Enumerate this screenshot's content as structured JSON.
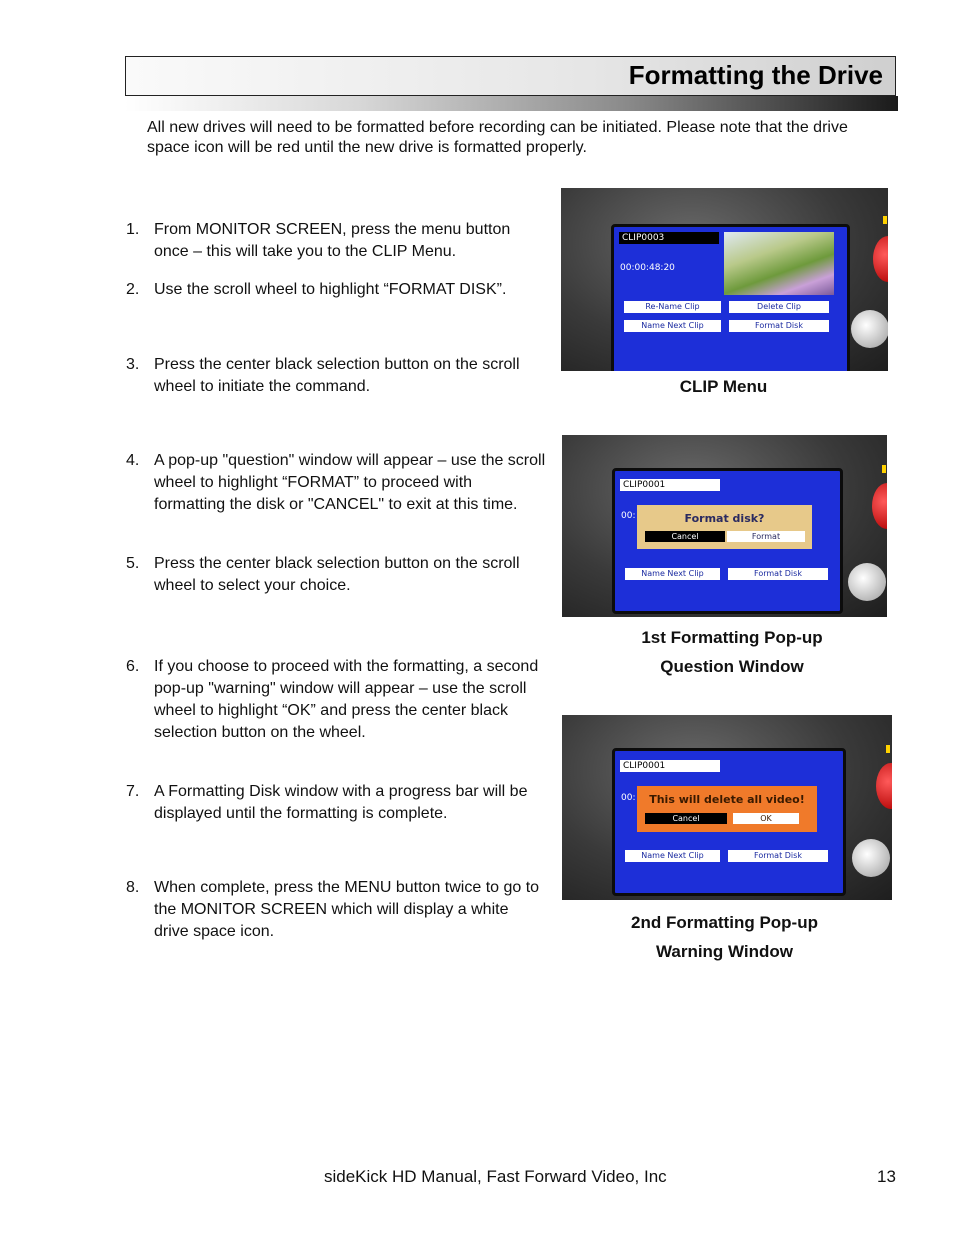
{
  "header": {
    "title": "Formatting the Drive"
  },
  "intro": "All new drives will need to be formatted before recording can be initiated.  Please note that the drive space icon will be red until the new drive is formatted properly.",
  "steps": [
    {
      "num": "1.",
      "text": "From MONITOR SCREEN, press the menu button once – this will take you to the CLIP Menu."
    },
    {
      "num": "2.",
      "text": "Use the scroll wheel to highlight “FORMAT DISK”."
    },
    {
      "num": "3.",
      "text": "Press the center black selection button on the scroll wheel to initiate the command."
    },
    {
      "num": "4.",
      "text": "A pop-up \"question\" window will appear – use the scroll wheel to highlight “FORMAT” to proceed with formatting the disk or \"CANCEL\" to exit at this time."
    },
    {
      "num": "5.",
      "text": "Press the center black selection button on the scroll wheel to select your choice."
    },
    {
      "num": "6.",
      "text": "If you choose to proceed with the formatting, a second pop-up \"warning\" window will appear – use the scroll wheel to highlight “OK” and press the center black selection button on the wheel."
    },
    {
      "num": "7.",
      "text": "A Formatting Disk window with a progress bar will be displayed until the formatting is complete."
    },
    {
      "num": "8.",
      "text": "When complete, press the MENU button twice to go to the MONITOR SCREEN which will display a white drive space icon."
    }
  ],
  "figures": {
    "clip_menu": {
      "clip_name": "CLIP0003",
      "timecode": "00:00:48:20",
      "buttons": [
        "Re-Name Clip",
        "Delete Clip",
        "Name Next Clip",
        "Format Disk"
      ],
      "caption": "CLIP Menu"
    },
    "question": {
      "clip_name": "CLIP0001",
      "timecode_partial": "00:",
      "popup_title": "Format disk?",
      "popup_buttons": [
        "Cancel",
        "Format"
      ],
      "bg_buttons": [
        "Name Next Clip",
        "Format Disk"
      ],
      "caption_line1": "1st Formatting Pop-up",
      "caption_line2": "Question Window"
    },
    "warning": {
      "clip_name": "CLIP0001",
      "timecode_partial": "00:",
      "popup_title": "This will delete all video!",
      "popup_buttons": [
        "Cancel",
        "OK"
      ],
      "bg_buttons": [
        "Name Next Clip",
        "Format Disk"
      ],
      "caption_line1": "2nd Formatting Pop-up",
      "caption_line2": "Warning Window"
    }
  },
  "footer": {
    "text": "sideKick HD Manual, Fast Forward Video, Inc",
    "page": "13"
  }
}
